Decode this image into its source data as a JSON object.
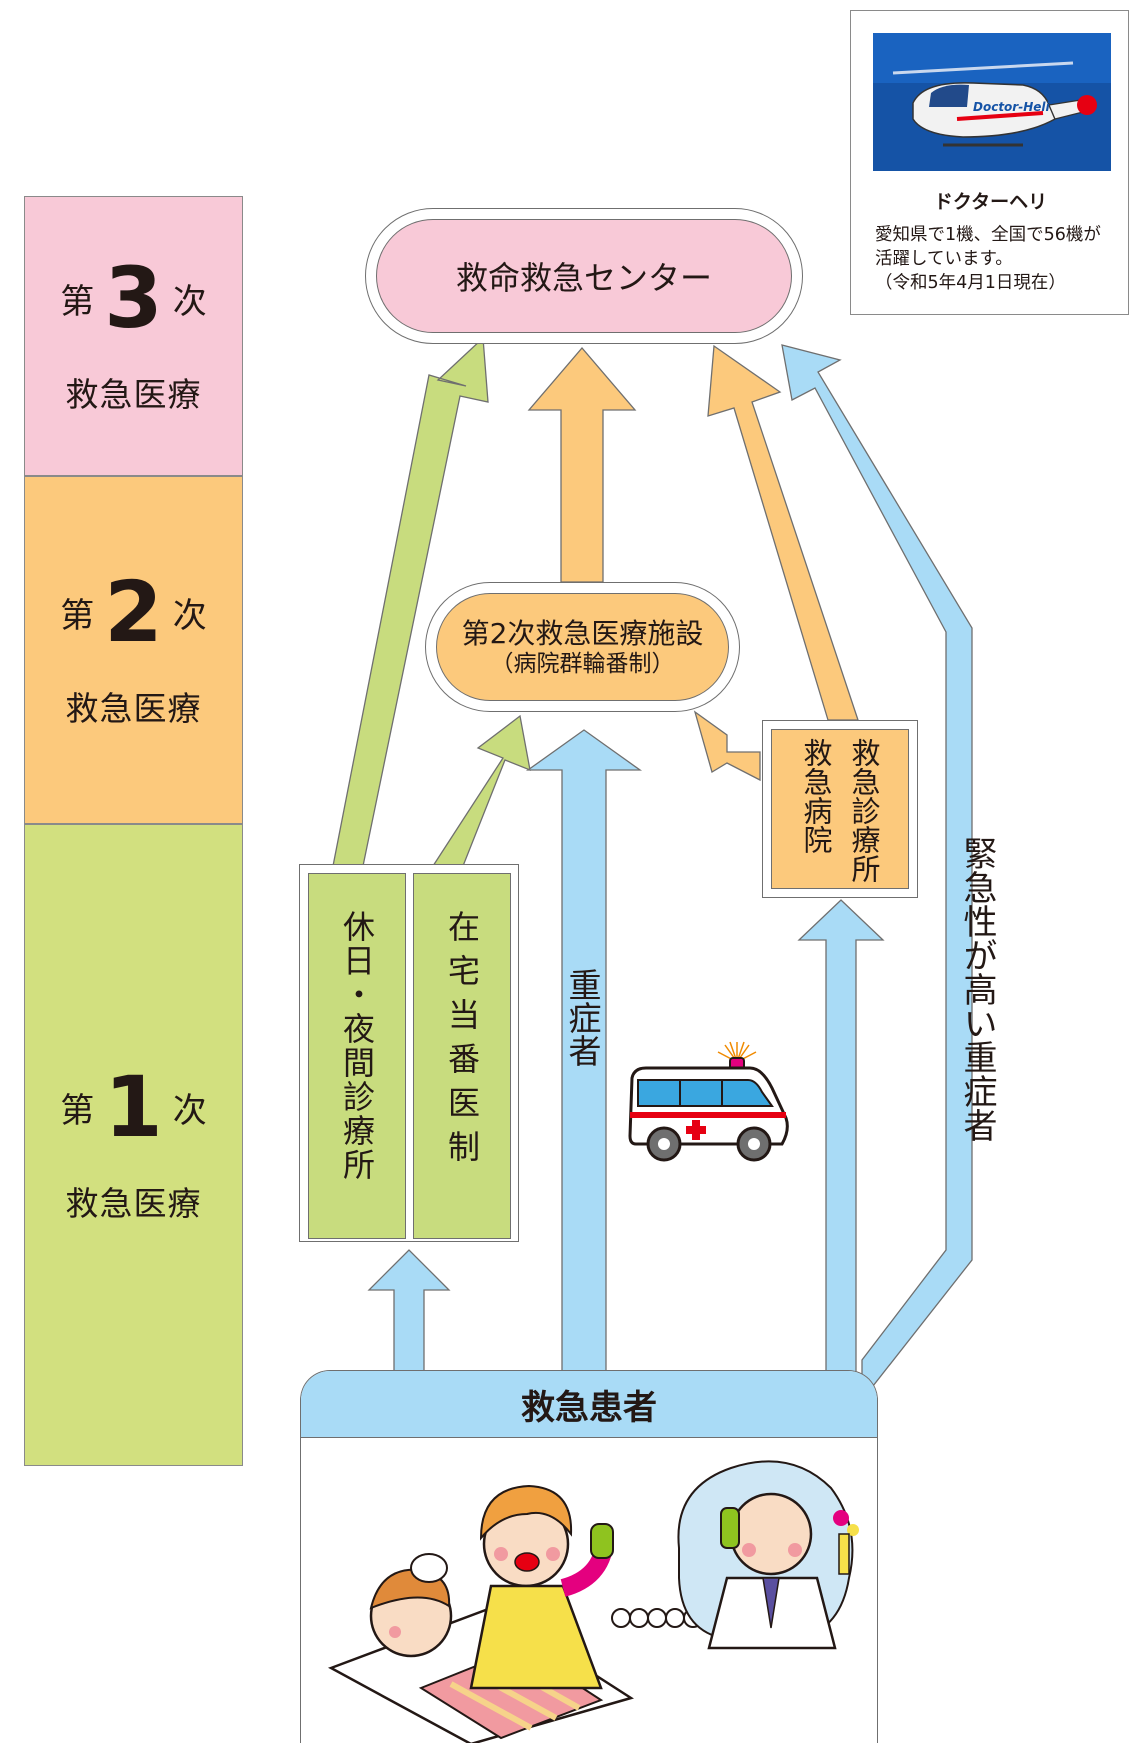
{
  "levels": {
    "tertiary": {
      "prefix": "第",
      "number": "3",
      "suffix": "次",
      "sub": "救急医療",
      "color": "#f8c9d7"
    },
    "secondary": {
      "prefix": "第",
      "number": "2",
      "suffix": "次",
      "sub": "救急医療",
      "color": "#fcc97c"
    },
    "primary": {
      "prefix": "第",
      "number": "1",
      "suffix": "次",
      "sub": "救急医療",
      "color": "#d2e07f"
    }
  },
  "nodes": {
    "critical_center": "救命救急センター",
    "secondary_facility_title": "第2次救急医療施設",
    "secondary_facility_note": "（病院群輪番制）",
    "emergency_hospital": "救急病院",
    "emergency_clinic": "救急診療所",
    "holiday_night_clinic": "休日・夜間診療所",
    "home_duty_doctor": "在宅当番医制",
    "patient": "救急患者"
  },
  "flow_labels": {
    "severe": "重症者",
    "urgent_severe": "緊急性が高い重症者"
  },
  "doctor_heli": {
    "title": "ドクターヘリ",
    "description": "愛知県で1機、全国で56機が\n活躍しています。\n（令和5年4月1日現在）",
    "body_text": "Doctor-Heli"
  },
  "colors": {
    "arrow_green": "#c8dc7e",
    "arrow_orange": "#fcc97c",
    "arrow_blue": "#a9dbf6",
    "outline": "#6f6f6f"
  }
}
